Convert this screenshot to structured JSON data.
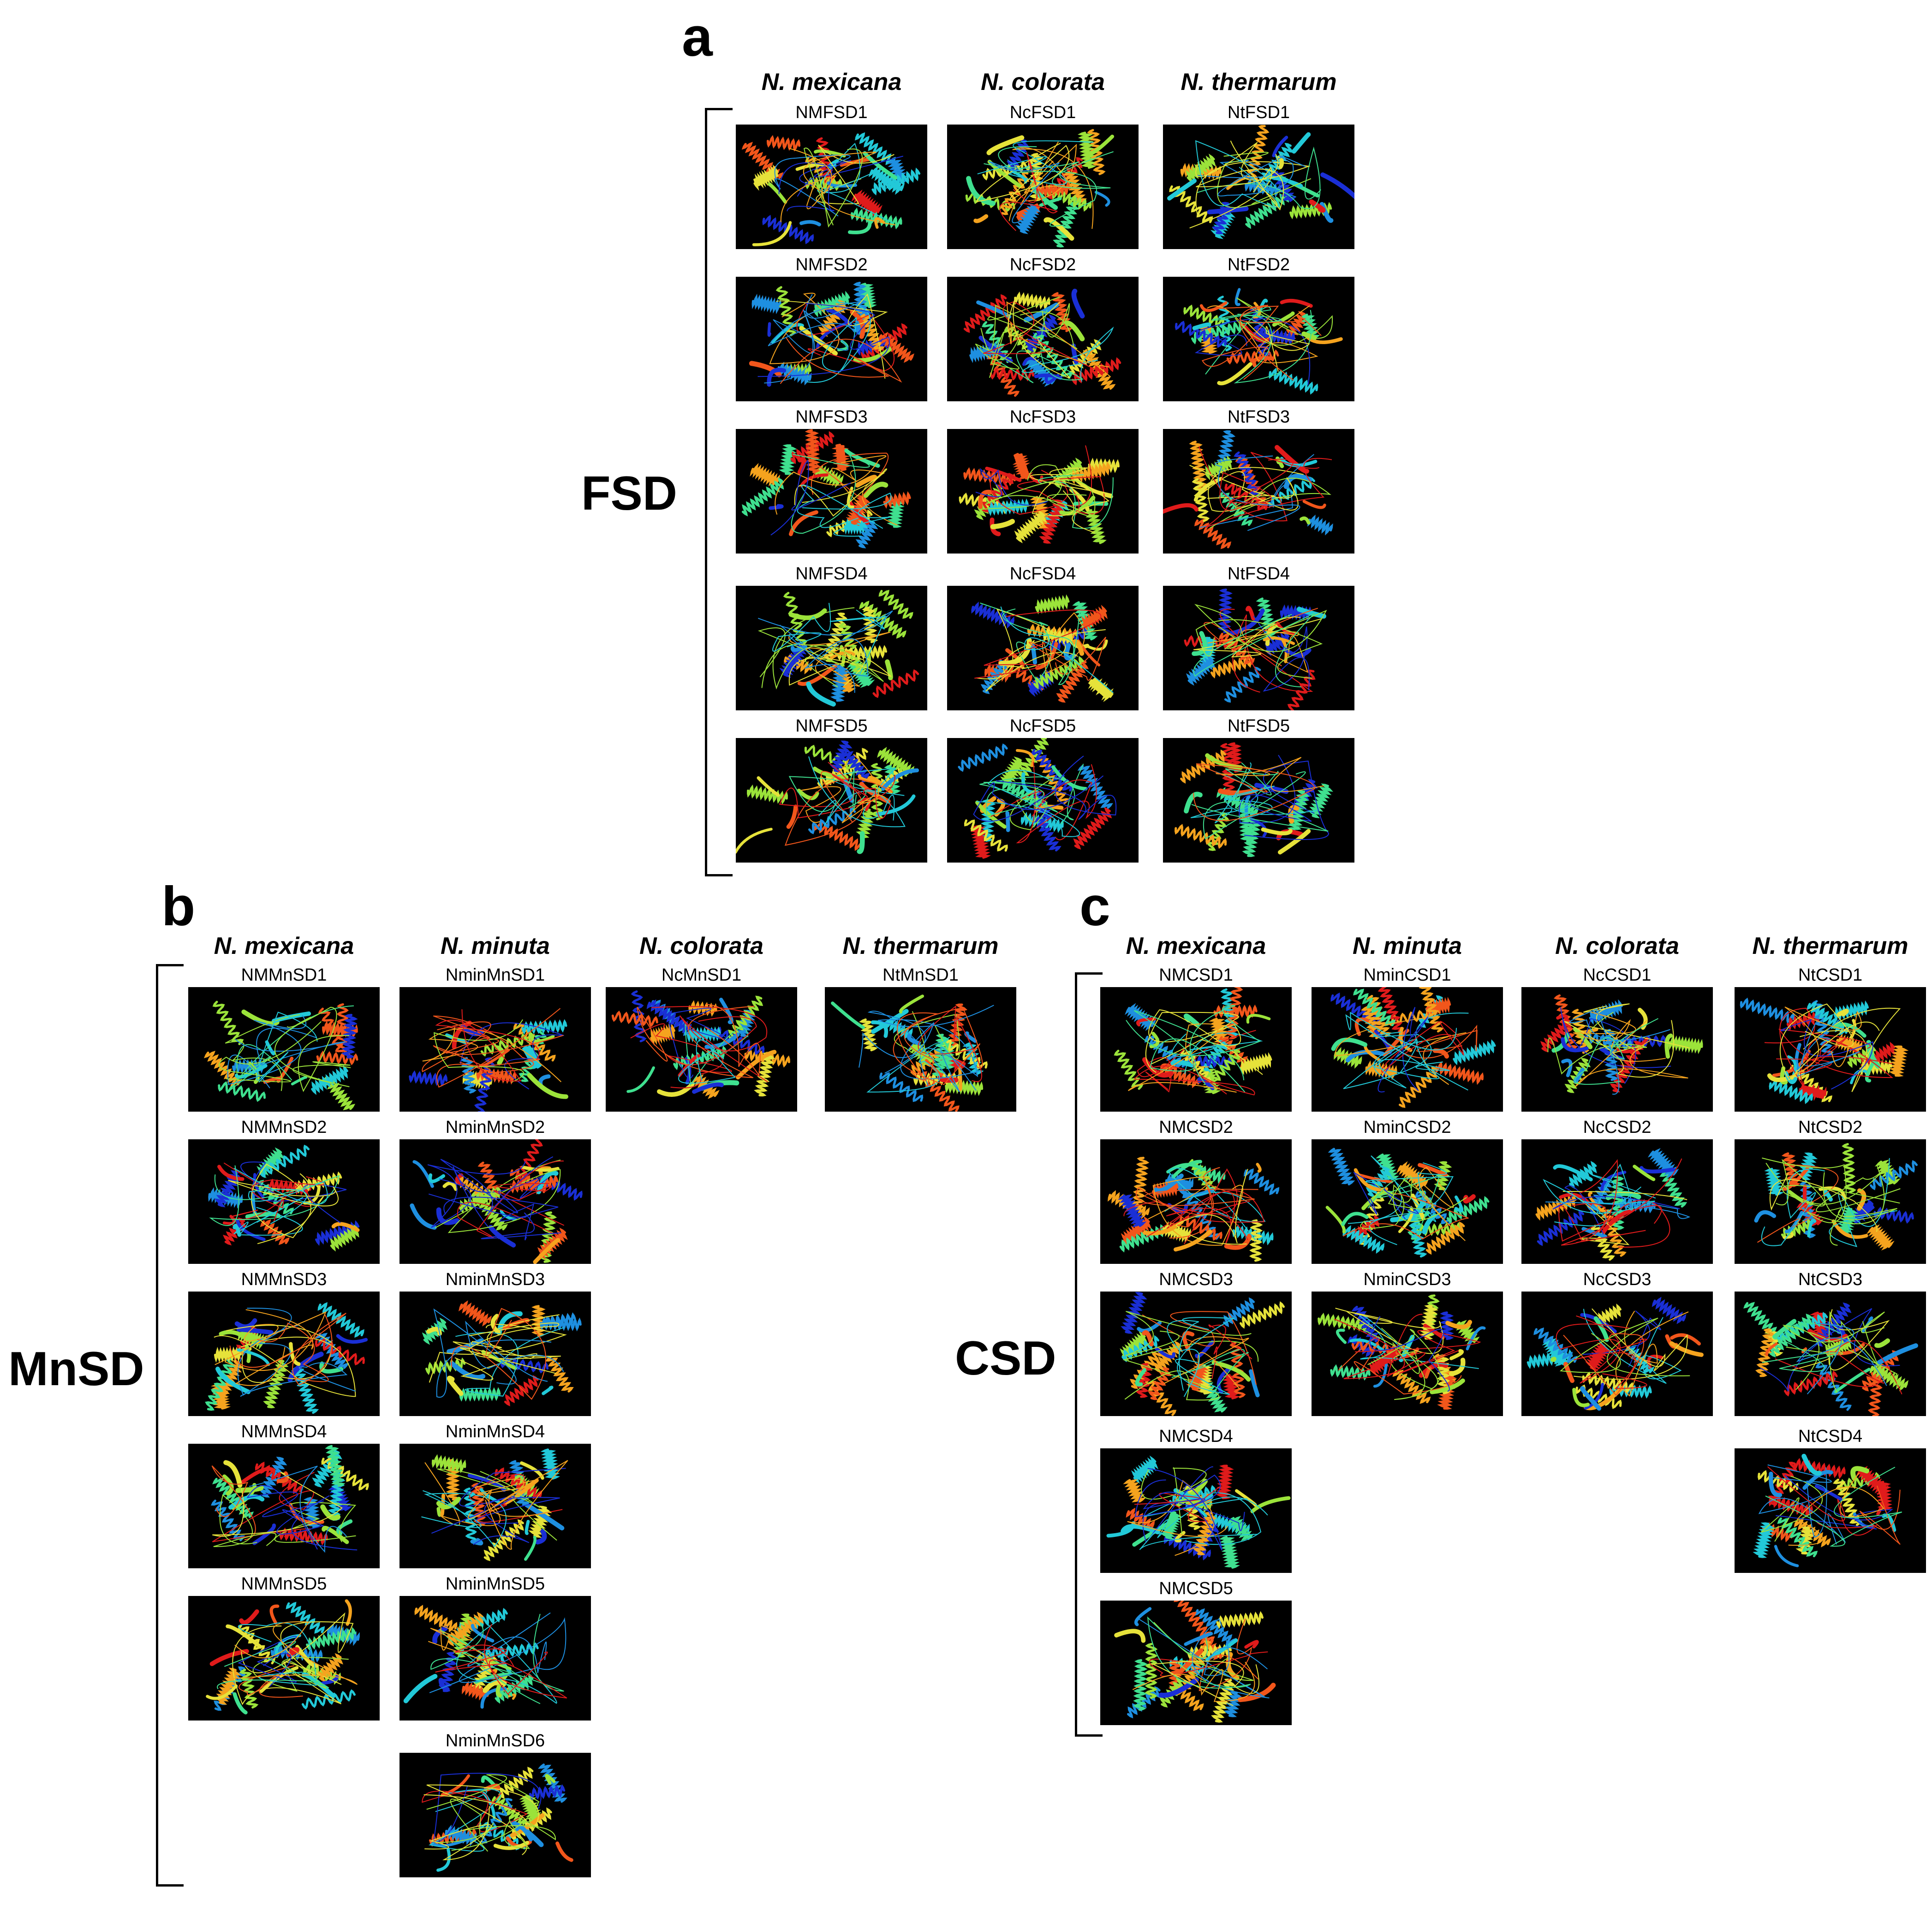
{
  "panels": [
    {
      "letter": "a",
      "group_label": "FSD",
      "columns": [
        {
          "header": "N. mexicana",
          "structures": [
            "NMFSD1",
            "NMFSD2",
            "NMFSD3",
            "NMFSD4",
            "NMFSD5"
          ]
        },
        {
          "header": "N. colorata",
          "structures": [
            "NcFSD1",
            "NcFSD2",
            "NcFSD3",
            "NcFSD4",
            "NcFSD5"
          ]
        },
        {
          "header": "N. thermarum",
          "structures": [
            "NtFSD1",
            "NtFSD2",
            "NtFSD3",
            "NtFSD4",
            "NtFSD5"
          ]
        }
      ]
    },
    {
      "letter": "b",
      "group_label": "MnSD",
      "columns": [
        {
          "header": "N. mexicana",
          "structures": [
            "NMMnSD1",
            "NMMnSD2",
            "NMMnSD3",
            "NMMnSD4",
            "NMMnSD5"
          ]
        },
        {
          "header": "N. minuta",
          "structures": [
            "NminMnSD1",
            "NminMnSD2",
            "NminMnSD3",
            "NminMnSD4",
            "NminMnSD5",
            "NminMnSD6"
          ]
        },
        {
          "header": "N. colorata",
          "structures": [
            "NcMnSD1"
          ]
        },
        {
          "header": "N. thermarum",
          "structures": [
            "NtMnSD1"
          ]
        }
      ]
    },
    {
      "letter": "c",
      "group_label": "CSD",
      "columns": [
        {
          "header": "N. mexicana",
          "structures": [
            "NMCSD1",
            "NMCSD2",
            "NMCSD3",
            "NMCSD4",
            "NMCSD5"
          ]
        },
        {
          "header": "N. minuta",
          "structures": [
            "NminCSD1",
            "NminCSD2",
            "NminCSD3"
          ]
        },
        {
          "header": "N. colorata",
          "structures": [
            "NcCSD1",
            "NcCSD2",
            "NcCSD3"
          ]
        },
        {
          "header": "N. thermarum",
          "structures": [
            "NtCSD1",
            "NtCSD2",
            "NtCSD3",
            "NtCSD4"
          ]
        }
      ]
    }
  ],
  "colors": {
    "background": "#ffffff",
    "image_background": "#000000",
    "rainbow": [
      "#1a2fd6",
      "#1e8fe0",
      "#22c9d8",
      "#3fe08f",
      "#9be33a",
      "#e6e23a",
      "#f5a31e",
      "#f2561b",
      "#e01b1b"
    ]
  }
}
